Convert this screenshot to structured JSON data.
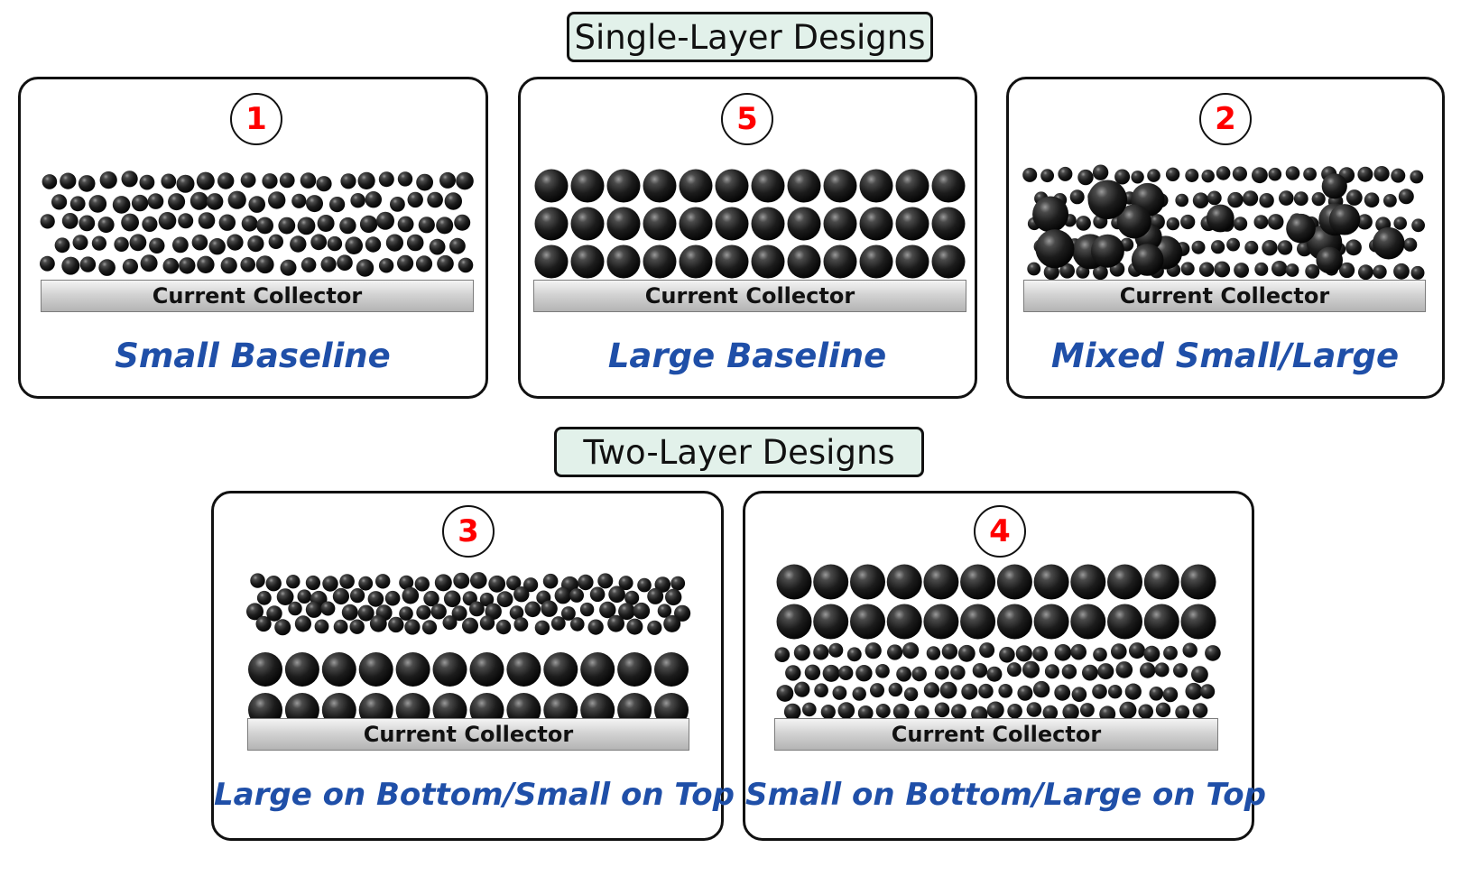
{
  "sections": {
    "single_layer": {
      "title": "Single-Layer Designs"
    },
    "two_layer": {
      "title": "Two-Layer Designs"
    }
  },
  "colors": {
    "badge_number": "#ff0000",
    "label": "#1f4fa8",
    "title_background": "#e2f1ea"
  },
  "panels": [
    {
      "number": "1",
      "collector": "Current Collector",
      "label": "Small Baseline"
    },
    {
      "number": "5",
      "collector": "Current Collector",
      "label": "Large Baseline"
    },
    {
      "number": "2",
      "collector": "Current Collector",
      "label": "Mixed Small/Large"
    },
    {
      "number": "3",
      "collector": "Current Collector",
      "label": "Large on Bottom/Small on Top"
    },
    {
      "number": "4",
      "collector": "Current Collector",
      "label": "Small on Bottom/Large on Top"
    }
  ]
}
